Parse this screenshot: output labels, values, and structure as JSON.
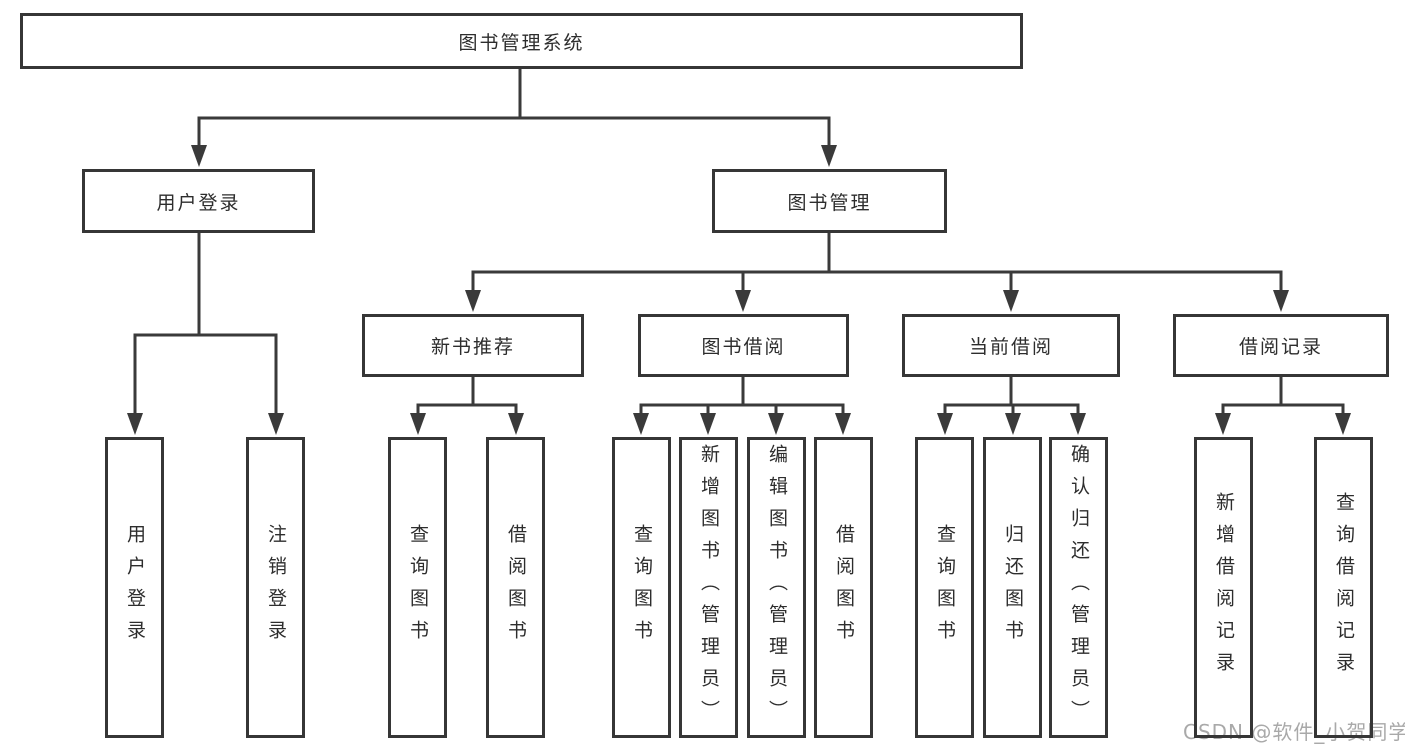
{
  "diagram": {
    "tree": {
      "root": "图书管理系统",
      "children": [
        {
          "label": "用户登录",
          "children": [
            "用户登录",
            "注销登录"
          ]
        },
        {
          "label": "图书管理",
          "children": [
            {
              "label": "新书推荐",
              "children": [
                "查询图书",
                "借阅图书"
              ]
            },
            {
              "label": "图书借阅",
              "children": [
                "查询图书",
                "新增图书（管理员）",
                "编辑图书（管理员）",
                "借阅图书"
              ]
            },
            {
              "label": "当前借阅",
              "children": [
                "查询图书",
                "归还图书",
                "确认归还（管理员）"
              ]
            },
            {
              "label": "借阅记录",
              "children": [
                "新增借阅记录",
                "查询借阅记录"
              ]
            }
          ]
        }
      ]
    },
    "watermark": "CSDN @软件_小贺同学",
    "colors": {
      "line": "#3a3a3a",
      "border": "#363636",
      "text": "#2d2d2d",
      "watermark": "#a9a9a9",
      "background": "#ffffff"
    }
  }
}
